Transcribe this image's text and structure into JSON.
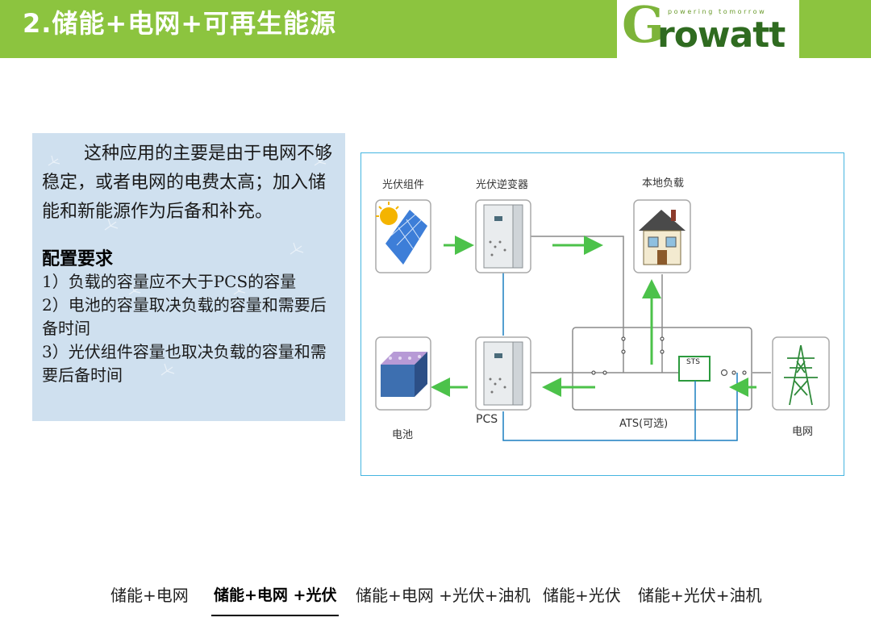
{
  "header": {
    "title": "2.储能+电网+可再生能源"
  },
  "logo": {
    "tagline": "powering tomorrow",
    "first_letter": "G",
    "rest": "rowatt"
  },
  "description": "这种应用的主要是由于电网不够稳定，或者电网的电费太高；加入储能和新能源作为后备和补充。",
  "requirements": {
    "title": "配置要求",
    "items": [
      "1）负载的容量应不大于PCS的容量",
      "2）电池的容量取决负载的容量和需要后备时间",
      "3）光伏组件容量也取决负载的容量和需要后备时间"
    ]
  },
  "diagram": {
    "pv_modules": "光伏组件",
    "pv_inverter": "光伏逆变器",
    "local_load": "本地负载",
    "battery": "电池",
    "pcs": "PCS",
    "ats": "ATS(可选)",
    "grid": "电网",
    "sts": "STS"
  },
  "colors": {
    "header": "#8cc43f",
    "arrow": "#4cc24a",
    "frame": "#45b5e0",
    "line_blue": "#1a7fc0"
  },
  "tabs": [
    {
      "label": "储能+电网",
      "active": false
    },
    {
      "label": "储能+电网 +光伏",
      "active": true
    },
    {
      "label": "储能+电网 +光伏+油机",
      "active": false
    },
    {
      "label": "储能+光伏",
      "active": false
    },
    {
      "label": "储能+光伏+油机",
      "active": false
    }
  ]
}
